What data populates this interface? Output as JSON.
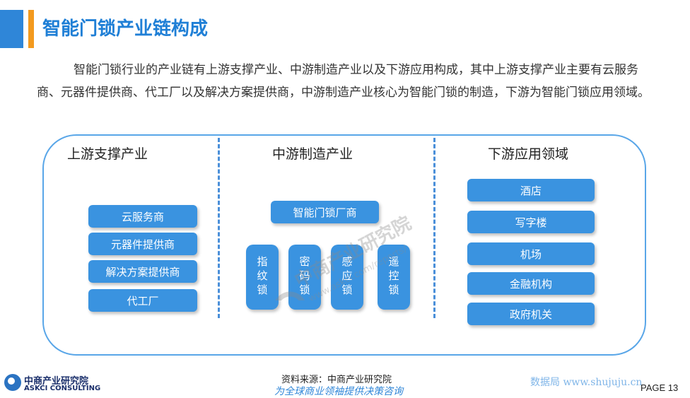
{
  "title": "智能门锁产业链构成",
  "intro": [
    "智能门锁行业的产业链有上游支撑产业、中游制造产业以及下游应用构成，其中上游支撑产业主要有云服务商、元器件提供商、代工厂以及解决方案提供商，中游制造产业核心为智能门锁的制造，下游为智能门锁应用领域。"
  ],
  "diagram": {
    "upstream": {
      "heading": "上游支撑产业",
      "items": [
        "云服务商",
        "元器件提供商",
        "解决方案提供商",
        "代工厂"
      ]
    },
    "midstream": {
      "heading": "中游制造产业",
      "maker": "智能门锁厂商",
      "locks": [
        "指纹锁",
        "密码锁",
        "感应锁",
        "遥控锁"
      ]
    },
    "downstream": {
      "heading": "下游应用领域",
      "items": [
        "酒店",
        "写字楼",
        "机场",
        "金融机构",
        "政府机关"
      ]
    }
  },
  "watermark": {
    "line1": "中商产业研究院",
    "line2": "www.askci.com/reports/"
  },
  "footer": {
    "logo_cn": "中商产业研究院",
    "logo_en": "ASKCI CONSULTING",
    "source": "资料来源：中商产业研究院",
    "slogan": "为全球商业领袖提供决策咨询",
    "site": "数据局  www.shujuju.cn",
    "page": "PAGE 13"
  },
  "colors": {
    "accent_blue": "#2f86d8",
    "accent_orange": "#f39a1e",
    "box_blue": "#3a93e0"
  }
}
